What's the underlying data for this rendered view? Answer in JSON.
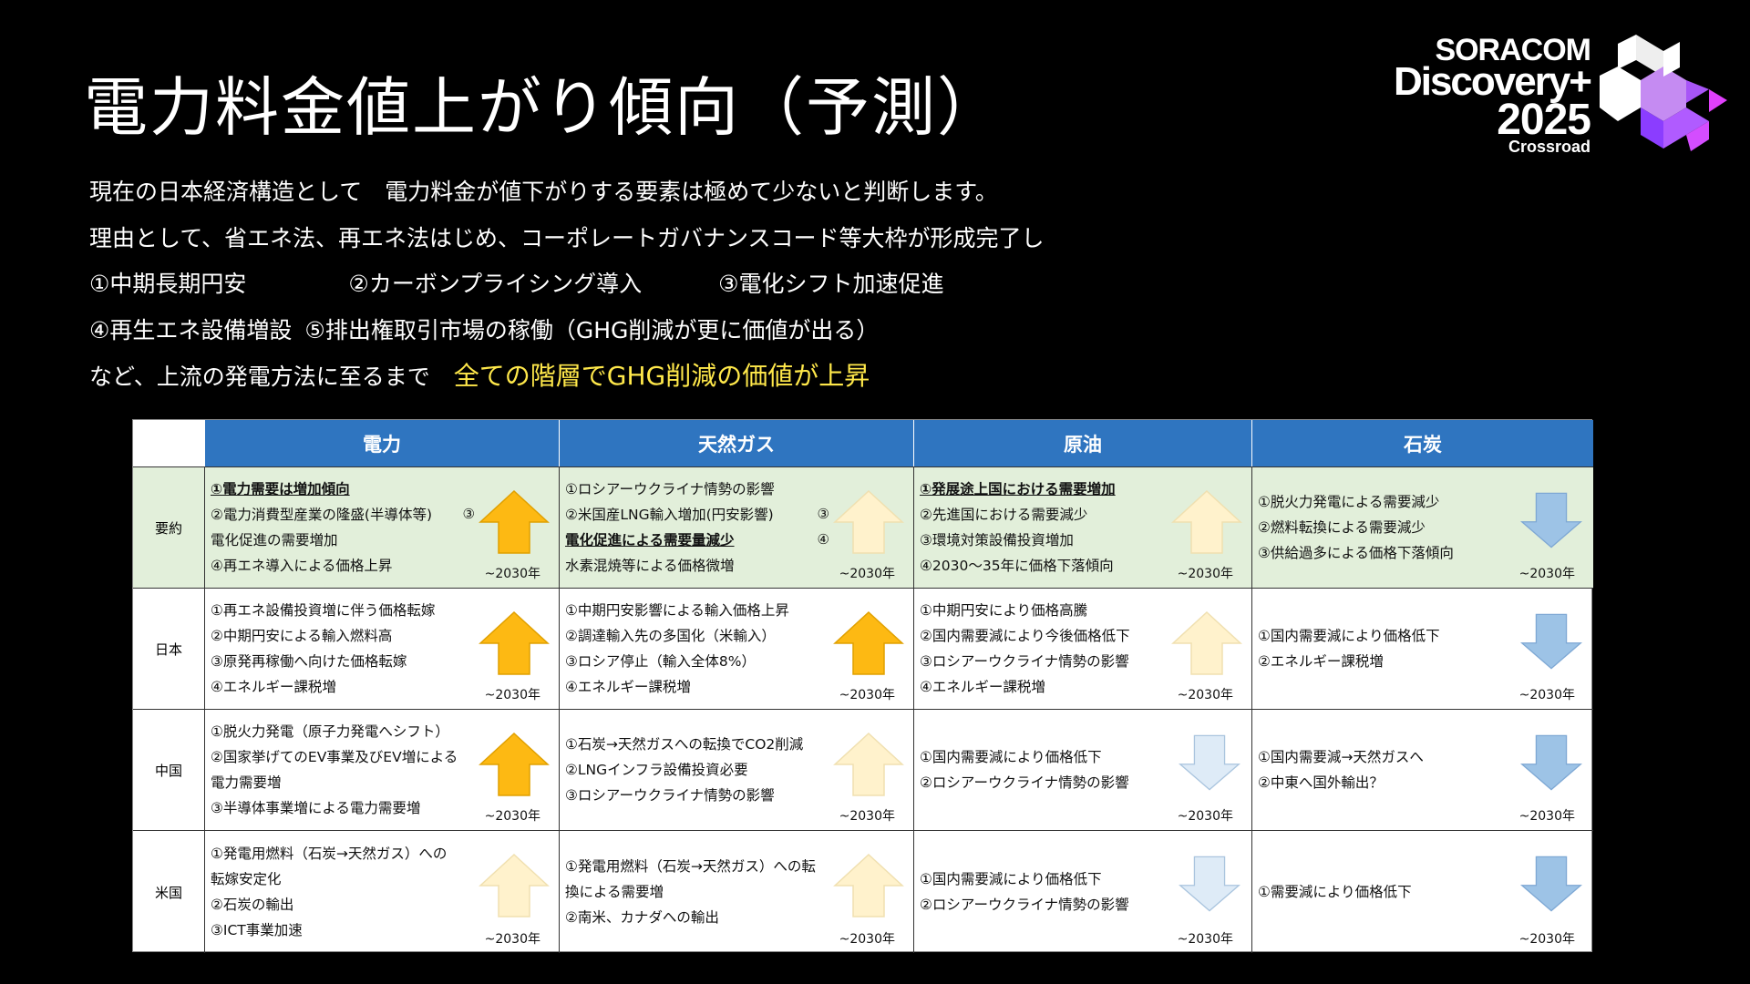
{
  "title": "電力料金値上がり傾向（予測）",
  "logo": {
    "line1": "SORACOM",
    "line2": "Discovery+",
    "line3": "2025",
    "line4": "Crossroad"
  },
  "intro": [
    "現在の日本経済構造として　電力料金が値下がりする要素は極めて少ないと判断します。",
    "理由として、省エネ法、再エネ法はじめ、コーポレートガバナンスコード等大枠が形成完了し"
  ],
  "factors": {
    "f1": "①中期長期円安",
    "f2": "②カーボンプライシング導入",
    "f3": "③電化シフト加速促進",
    "f4": "④再生エネ設備増設",
    "f5": "⑤排出権取引市場の稼働（GHG削減が更に価値が出る）"
  },
  "conclusion": {
    "prefix": "など、上流の発電方法に至るまで",
    "highlight": "全ての階層でGHG削減の価値が上昇"
  },
  "colors": {
    "up_strong": "#fdb913",
    "up_weak": "#fff2cc",
    "down_weak": "#deebf7",
    "down_strong": "#9dc3e6",
    "header": "#2f75c0",
    "highlight": "#ffe84a"
  },
  "table": {
    "headers": [
      "電力",
      "天然ガス",
      "原油",
      "石炭"
    ],
    "year_label": "~2030年",
    "rows": [
      {
        "label": "要約",
        "cells": [
          {
            "lines": [
              "①電力需要は増加傾向",
              "②電力消費型産業の隆盛(半導体等)",
              "電化促進の需要増加",
              "④再エネ導入による価格上昇"
            ],
            "underline": [
              0
            ],
            "note": "③",
            "arrow": "up_strong"
          },
          {
            "lines": [
              "①ロシアーウクライナ情勢の影響",
              "②米国産LNG輸入増加(円安影響)",
              "電化促進による需要量減少",
              "水素混焼等による価格微増"
            ],
            "underline": [
              2
            ],
            "note": "③",
            "note2": "④",
            "arrow": "up_weak"
          },
          {
            "lines": [
              "①発展途上国における需要増加",
              "②先進国における需要減少",
              "③環境対策設備投資増加",
              "④2030～35年に価格下落傾向"
            ],
            "underline": [
              0
            ],
            "arrow": "up_weak"
          },
          {
            "lines": [
              "①脱火力発電による需要減少",
              "②燃料転換による需要減少",
              "③供給過多による価格下落傾向"
            ],
            "underline": [],
            "arrow": "down_strong"
          }
        ]
      },
      {
        "label": "日本",
        "cells": [
          {
            "lines": [
              "①再エネ設備投資増に伴う価格転嫁",
              "②中期円安による輸入燃料高",
              "③原発再稼働へ向けた価格転嫁",
              "④エネルギー課税増"
            ],
            "underline": [],
            "arrow": "up_strong"
          },
          {
            "lines": [
              "①中期円安影響による輸入価格上昇",
              "②調達輸入先の多国化（米輸入）",
              "③ロシア停止（輸入全体8%）",
              "④エネルギー課税増"
            ],
            "underline": [],
            "arrow": "up_strong"
          },
          {
            "lines": [
              "①中期円安により価格高騰",
              "②国内需要減により今後価格低下",
              "③ロシアーウクライナ情勢の影響",
              "④エネルギー課税増"
            ],
            "underline": [],
            "arrow": "up_weak"
          },
          {
            "lines": [
              "①国内需要減により価格低下",
              "②エネルギー課税増"
            ],
            "underline": [],
            "arrow": "down_strong"
          }
        ]
      },
      {
        "label": "中国",
        "cells": [
          {
            "lines": [
              "①脱火力発電（原子力発電へシフト）",
              "②国家挙げてのEV事業及びEV増による",
              "電力需要増",
              "③半導体事業増による電力需要増"
            ],
            "underline": [],
            "arrow": "up_strong"
          },
          {
            "lines": [
              "①石炭→天然ガスへの転換でCO2削減",
              "②LNGインフラ設備投資必要",
              "③ロシアーウクライナ情勢の影響"
            ],
            "underline": [],
            "arrow": "up_weak"
          },
          {
            "lines": [
              "①国内需要減により価格低下",
              "②ロシアーウクライナ情勢の影響"
            ],
            "underline": [],
            "arrow": "down_weak"
          },
          {
            "lines": [
              "①国内需要減→天然ガスへ",
              "②中東へ国外輸出？"
            ],
            "underline": [],
            "arrow": "down_strong"
          }
        ]
      },
      {
        "label": "米国",
        "cells": [
          {
            "lines": [
              "①発電用燃料（石炭→天然ガス）への",
              "転嫁安定化",
              "②石炭の輸出",
              "③ICT事業加速"
            ],
            "underline": [],
            "arrow": "up_weak"
          },
          {
            "lines": [
              "①発電用燃料（石炭→天然ガス）への転",
              "換による需要増",
              "②南米、カナダへの輸出"
            ],
            "underline": [],
            "arrow": "up_weak"
          },
          {
            "lines": [
              "①国内需要減により価格低下",
              "②ロシアーウクライナ情勢の影響"
            ],
            "underline": [],
            "arrow": "down_weak"
          },
          {
            "lines": [
              "①需要減により価格低下"
            ],
            "underline": [],
            "arrow": "down_strong"
          }
        ]
      }
    ]
  }
}
